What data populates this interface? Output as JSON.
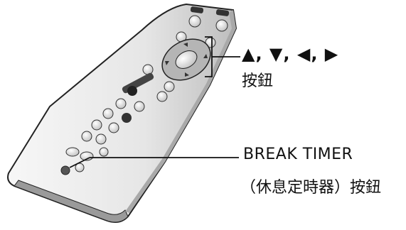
{
  "callouts": {
    "arrows_symbols": "▲, ▼, ◀, ▶",
    "arrows_sub": "按鈕",
    "break_timer": "BREAK TIMER",
    "break_timer_sub": "（休息定時器）按鈕"
  }
}
